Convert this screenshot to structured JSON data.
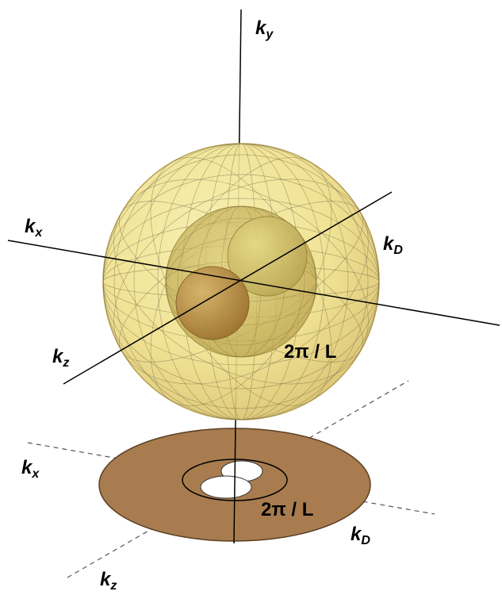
{
  "labels": {
    "ky": {
      "base": "k",
      "sub": "y"
    },
    "kx_top": {
      "base": "k",
      "sub": "x"
    },
    "kz_top": {
      "base": "k",
      "sub": "z"
    },
    "kD_top": {
      "base": "k",
      "sub": "D"
    },
    "kx_bottom": {
      "base": "k",
      "sub": "x"
    },
    "kz_bottom": {
      "base": "k",
      "sub": "z"
    },
    "kD_bottom": {
      "base": "k",
      "sub": "D"
    },
    "size_top": "2π / L",
    "size_bottom": "2π / L"
  },
  "colors": {
    "outer_sphere_fill": "#f2e79a",
    "outer_sphere_edge": "#c9b35a",
    "mesh_line": "#7a6f4a",
    "inner_sphere_fill": "#c8b24a",
    "lobe_fill": "#b58a3a",
    "disk_fill": "#a87c4f",
    "disk_edge": "#5a3e22",
    "axis_line": "#000000"
  }
}
